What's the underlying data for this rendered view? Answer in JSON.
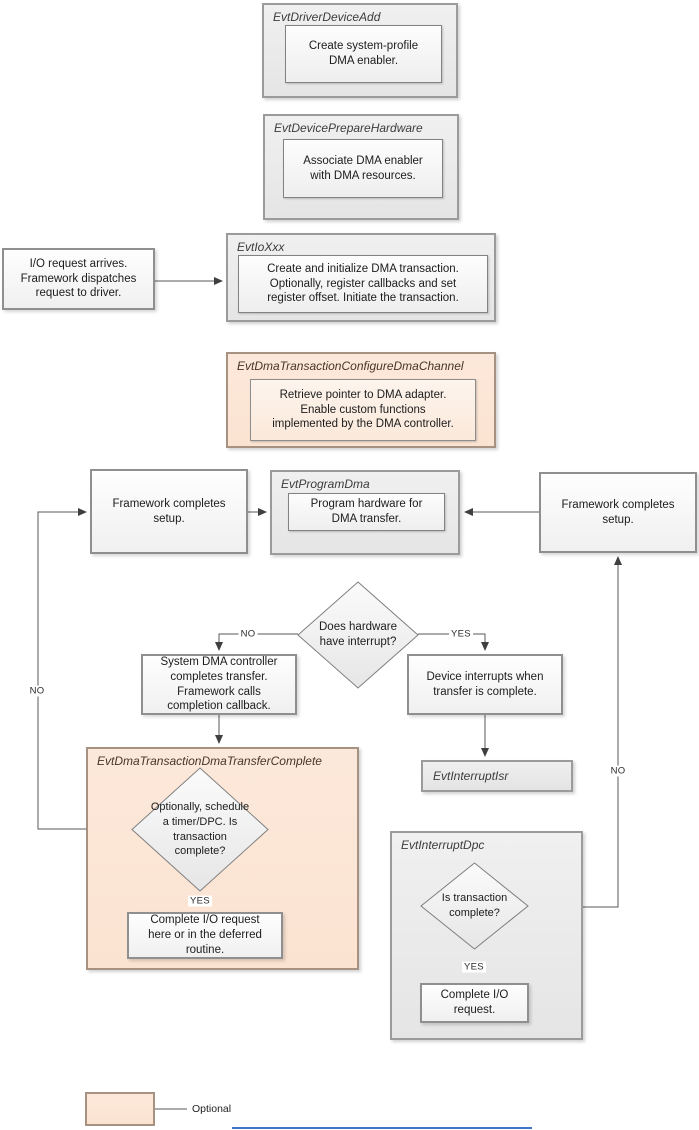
{
  "nodes": {
    "driver_device_add": {
      "title": "EvtDriverDeviceAdd",
      "body": "Create system-profile\nDMA enabler."
    },
    "prepare_hardware": {
      "title": "EvtDevicePrepareHardware",
      "body": "Associate DMA enabler\nwith DMA resources."
    },
    "io_request": {
      "body": "I/O request arrives.\nFramework dispatches\nrequest to driver."
    },
    "evt_io_xxx": {
      "title": "EvtIoXxx",
      "body": "Create and initialize DMA transaction.\nOptionally, register callbacks and set\nregister offset. Initiate the transaction."
    },
    "configure_dma_channel": {
      "title": "EvtDmaTransactionConfigureDmaChannel",
      "body": "Retrieve pointer to DMA adapter.\nEnable custom functions\nimplemented by the DMA controller."
    },
    "framework_left": {
      "body": "Framework completes\nsetup."
    },
    "program_dma": {
      "title": "EvtProgramDma",
      "body": "Program hardware for\nDMA transfer."
    },
    "framework_right": {
      "body": "Framework completes\nsetup."
    },
    "hardware_interrupt_decision": {
      "body": "Does hardware\nhave interrupt?"
    },
    "system_dma_controller": {
      "body": "System DMA controller\ncompletes transfer.\nFramework calls\ncompletion callback."
    },
    "device_interrupts": {
      "body": "Device interrupts when\ntransfer is complete."
    },
    "interrupt_isr": {
      "title": "EvtInterruptIsr"
    },
    "dma_transfer_complete": {
      "title": "EvtDmaTransactionDmaTransferComplete",
      "decision": "Optionally, schedule\na timer/DPC.  Is\ntransaction\ncomplete?",
      "yes_body": "Complete I/O request\nhere or in the deferred\nroutine."
    },
    "interrupt_dpc": {
      "title": "EvtInterruptDpc",
      "decision": "Is transaction\ncomplete?",
      "yes_body": "Complete I/O\nrequest."
    }
  },
  "edge_labels": {
    "center_no": "NO",
    "center_yes": "YES",
    "left_no": "NO",
    "right_no": "NO",
    "peach_yes": "YES",
    "dpc_yes": "YES"
  },
  "legend": {
    "label": "Optional"
  },
  "colors": {
    "optional_fill": "#fbe5d6",
    "container_fill": "#e9e9e9",
    "line": "#595959",
    "accent_line": "#4472c4"
  }
}
